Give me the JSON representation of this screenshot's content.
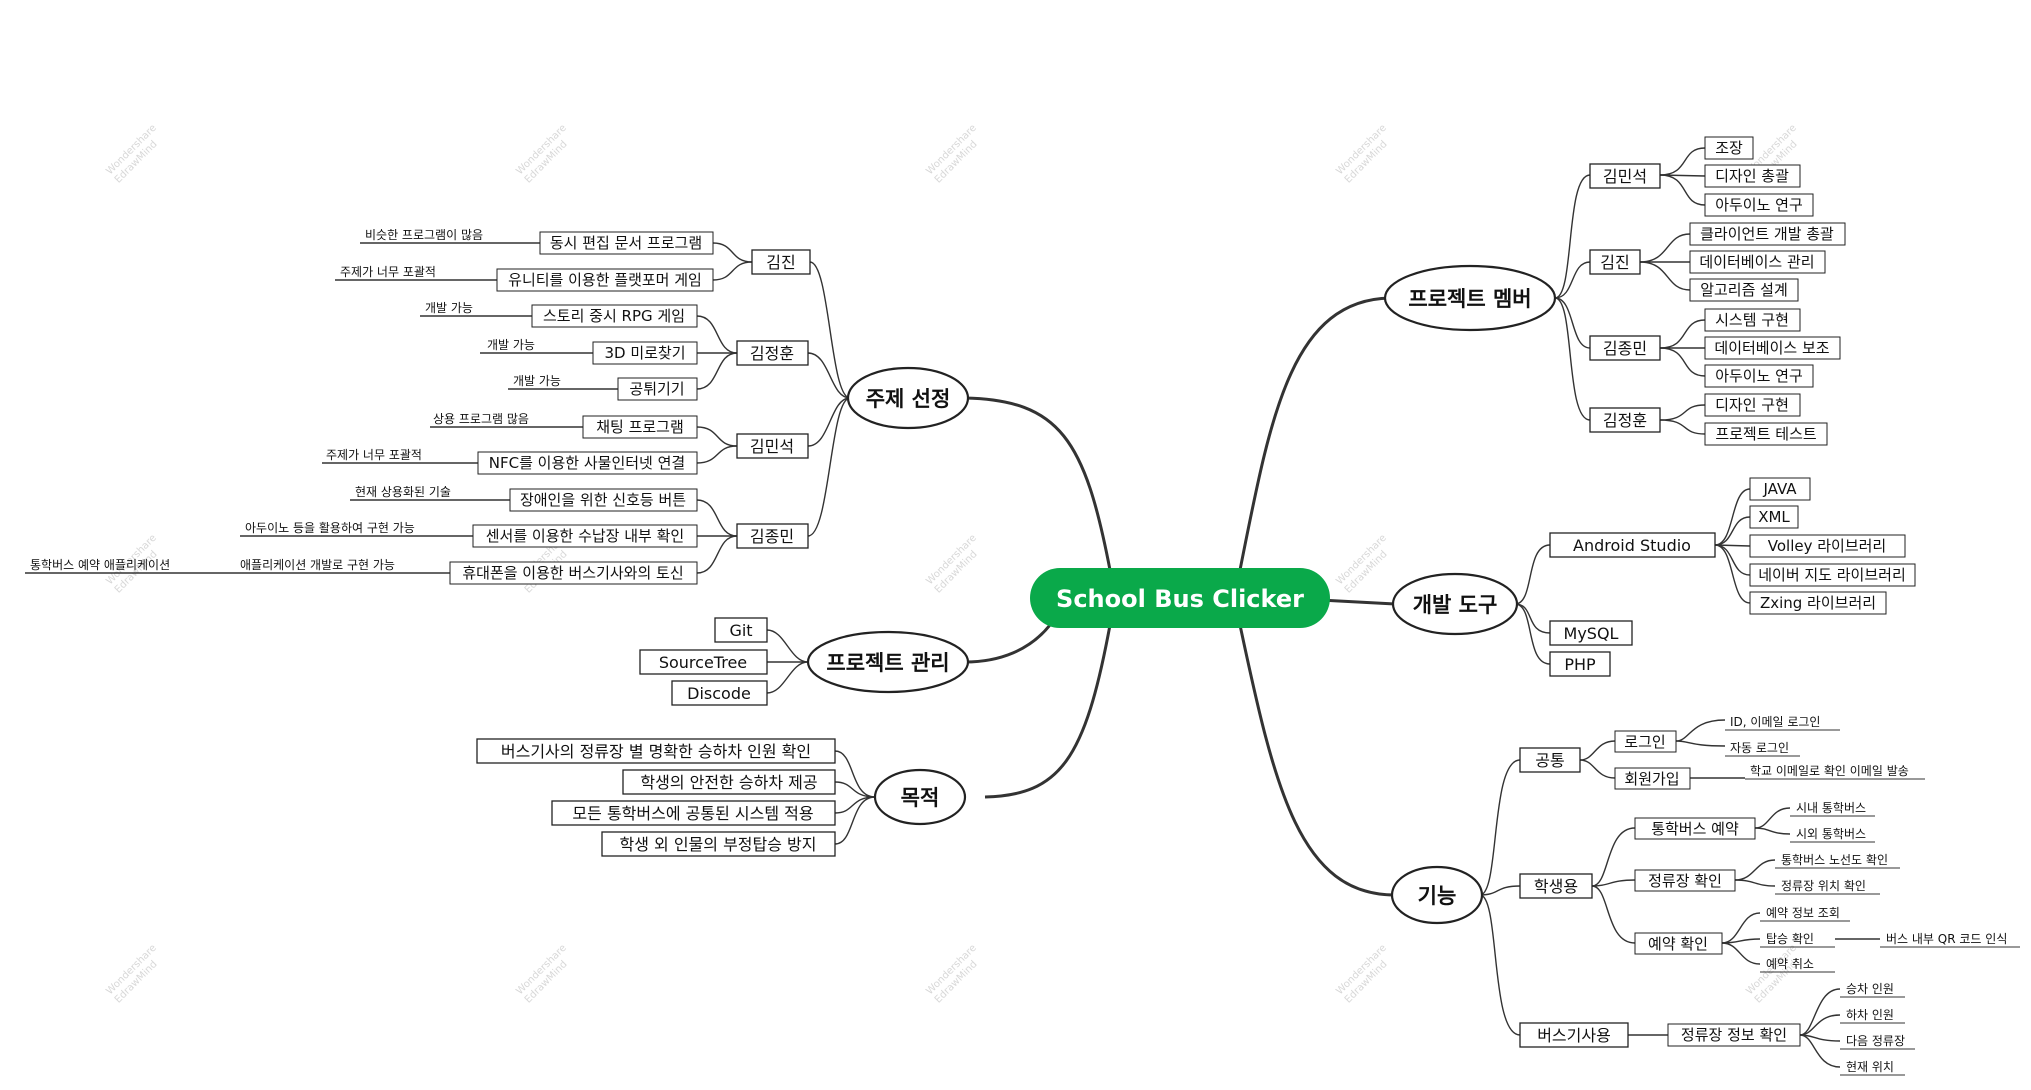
{
  "app": {
    "watermark_line1": "Wondershare",
    "watermark_line2": "EdrawMind"
  },
  "center": {
    "label": "School Bus Clicker",
    "color": "#0aa94a"
  },
  "topics": {
    "project_members": {
      "label": "프로젝트 멤버",
      "members": [
        {
          "name": "김민석",
          "roles": [
            "조장",
            "디자인 총괄",
            "아두이노 연구"
          ]
        },
        {
          "name": "김진",
          "roles": [
            "클라이언트 개발 총괄",
            "데이터베이스 관리",
            "알고리즘 설계"
          ]
        },
        {
          "name": "김종민",
          "roles": [
            "시스템 구현",
            "데이터베이스 보조",
            "아두이노 연구"
          ]
        },
        {
          "name": "김정훈",
          "roles": [
            "디자인 구현",
            "프로젝트 테스트"
          ]
        }
      ]
    },
    "dev_tools": {
      "label": "개발 도구",
      "android_studio": "Android Studio",
      "libraries": [
        "JAVA",
        "XML",
        "Volley 라이브러리",
        "네이버 지도 라이브러리",
        "Zxing 라이브러리"
      ],
      "mysql": "MySQL",
      "php": "PHP"
    },
    "features": {
      "label": "기능",
      "common": {
        "label": "공통",
        "login": "로그인",
        "login_items": [
          "ID, 이메일 로그인",
          "자동 로그인"
        ],
        "signup": "회원가입",
        "signup_items": [
          "학교 이메일로 확인 이메일 발송"
        ]
      },
      "student": {
        "label": "학생용",
        "groups": [
          {
            "label": "통학버스 예약",
            "items": [
              "시내 통학버스",
              "시외 통학버스"
            ]
          },
          {
            "label": "정류장 확인",
            "items": [
              "통학버스 노선도 확인",
              "정류장 위치 확인"
            ]
          },
          {
            "label": "예약 확인",
            "items": [
              "예약 정보 조회",
              "탑승 확인",
              "예약 취소"
            ]
          }
        ],
        "boarding_detail": "버스 내부 QR 코드 인식"
      },
      "driver": {
        "label": "버스기사용",
        "stop_info": "정류장 정보 확인",
        "items": [
          "승차 인원",
          "하차 인원",
          "다음 정류장",
          "현재 위치"
        ]
      }
    },
    "topic_selection": {
      "label": "주제 선정",
      "groups": [
        {
          "member": "김진",
          "ideas": [
            {
              "idea": "동시 편집 문서 프로그램",
              "note": "비슷한 프로그램이 많음"
            },
            {
              "idea": "유니티를 이용한 플랫포머 게임",
              "note": "주제가 너무 포괄적"
            }
          ]
        },
        {
          "member": "김정훈",
          "ideas": [
            {
              "idea": "스토리 중시 RPG 게임",
              "note": "개발 가능"
            },
            {
              "idea": "3D 미로찾기",
              "note": "개발 가능"
            },
            {
              "idea": "공튀기기",
              "note": "개발 가능"
            }
          ]
        },
        {
          "member": "김민석",
          "ideas": [
            {
              "idea": "채팅 프로그램",
              "note": "상용 프로그램 많음"
            },
            {
              "idea": "NFC를 이용한 사물인터넷 연결",
              "note": "주제가 너무 포괄적"
            }
          ]
        },
        {
          "member": "김종민",
          "ideas": [
            {
              "idea": "장애인을 위한 신호등 버튼",
              "note": "현재 상용화된 기술"
            },
            {
              "idea": "센서를 이용한 수납장 내부 확인",
              "note": "아두이노 등을 활용하여 구현 가능"
            },
            {
              "idea": "휴대폰을 이용한 버스기사와의 토신",
              "note": "애플리케이션 개발로 구현 가능"
            }
          ]
        }
      ],
      "final_note": "통학버스 예약 애플리케이션"
    },
    "project_management": {
      "label": "프로젝트 관리",
      "items": [
        "Git",
        "SourceTree",
        "Discode"
      ]
    },
    "purpose": {
      "label": "목적",
      "items": [
        "버스기사의 정류장 별 명확한 승하차 인원 확인",
        "학생의 안전한 승하차 제공",
        "모든 통학버스에 공통된 시스템 적용",
        "학생 외 인물의 부정탑승 방지"
      ]
    }
  }
}
